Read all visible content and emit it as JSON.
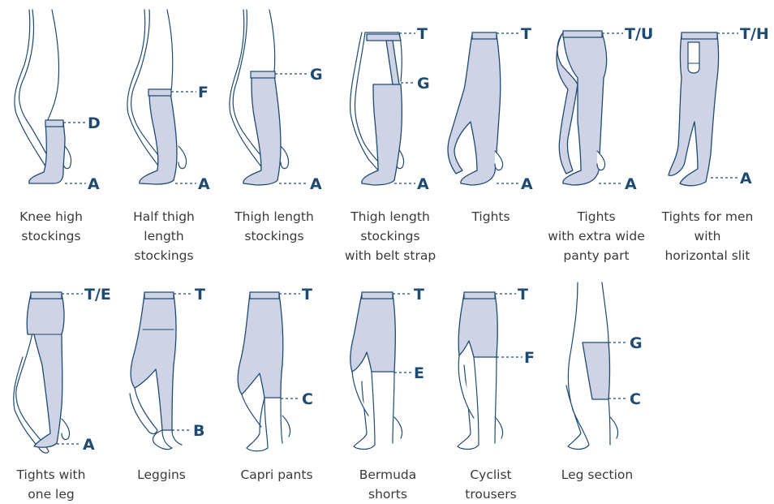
{
  "colors": {
    "accent": "#1f4a72",
    "garment_fill": "#cfd3e6",
    "caption_text": "#3a3a3a"
  },
  "items": [
    {
      "caption": [
        "Knee high",
        "stockings"
      ],
      "points": [
        "D",
        "A"
      ]
    },
    {
      "caption": [
        "Half thigh",
        "length",
        "stockings"
      ],
      "points": [
        "F",
        "A"
      ]
    },
    {
      "caption": [
        "Thigh length",
        "stockings"
      ],
      "points": [
        "G",
        "A"
      ]
    },
    {
      "caption": [
        "Thigh length",
        "stockings",
        "with belt strap"
      ],
      "points": [
        "T",
        "G",
        "A"
      ]
    },
    {
      "caption": [
        "Tights"
      ],
      "points": [
        "T",
        "A"
      ]
    },
    {
      "caption": [
        "Tights",
        "with extra wide",
        "panty part"
      ],
      "points": [
        "T/U",
        "A"
      ]
    },
    {
      "caption": [
        "Tights for men",
        "with",
        "horizontal slit"
      ],
      "points": [
        "T/H",
        "A"
      ]
    },
    {
      "caption": [
        "Tights with",
        "one leg"
      ],
      "points": [
        "T/E",
        "A"
      ]
    },
    {
      "caption": [
        "Leggins"
      ],
      "points": [
        "T",
        "B"
      ]
    },
    {
      "caption": [
        "Capri pants"
      ],
      "points": [
        "T",
        "C"
      ]
    },
    {
      "caption": [
        "Bermuda",
        "shorts"
      ],
      "points": [
        "T",
        "E"
      ]
    },
    {
      "caption": [
        "Cyclist",
        "trousers"
      ],
      "points": [
        "T",
        "F"
      ]
    },
    {
      "caption": [
        "Leg section"
      ],
      "points": [
        "G",
        "C"
      ]
    }
  ]
}
